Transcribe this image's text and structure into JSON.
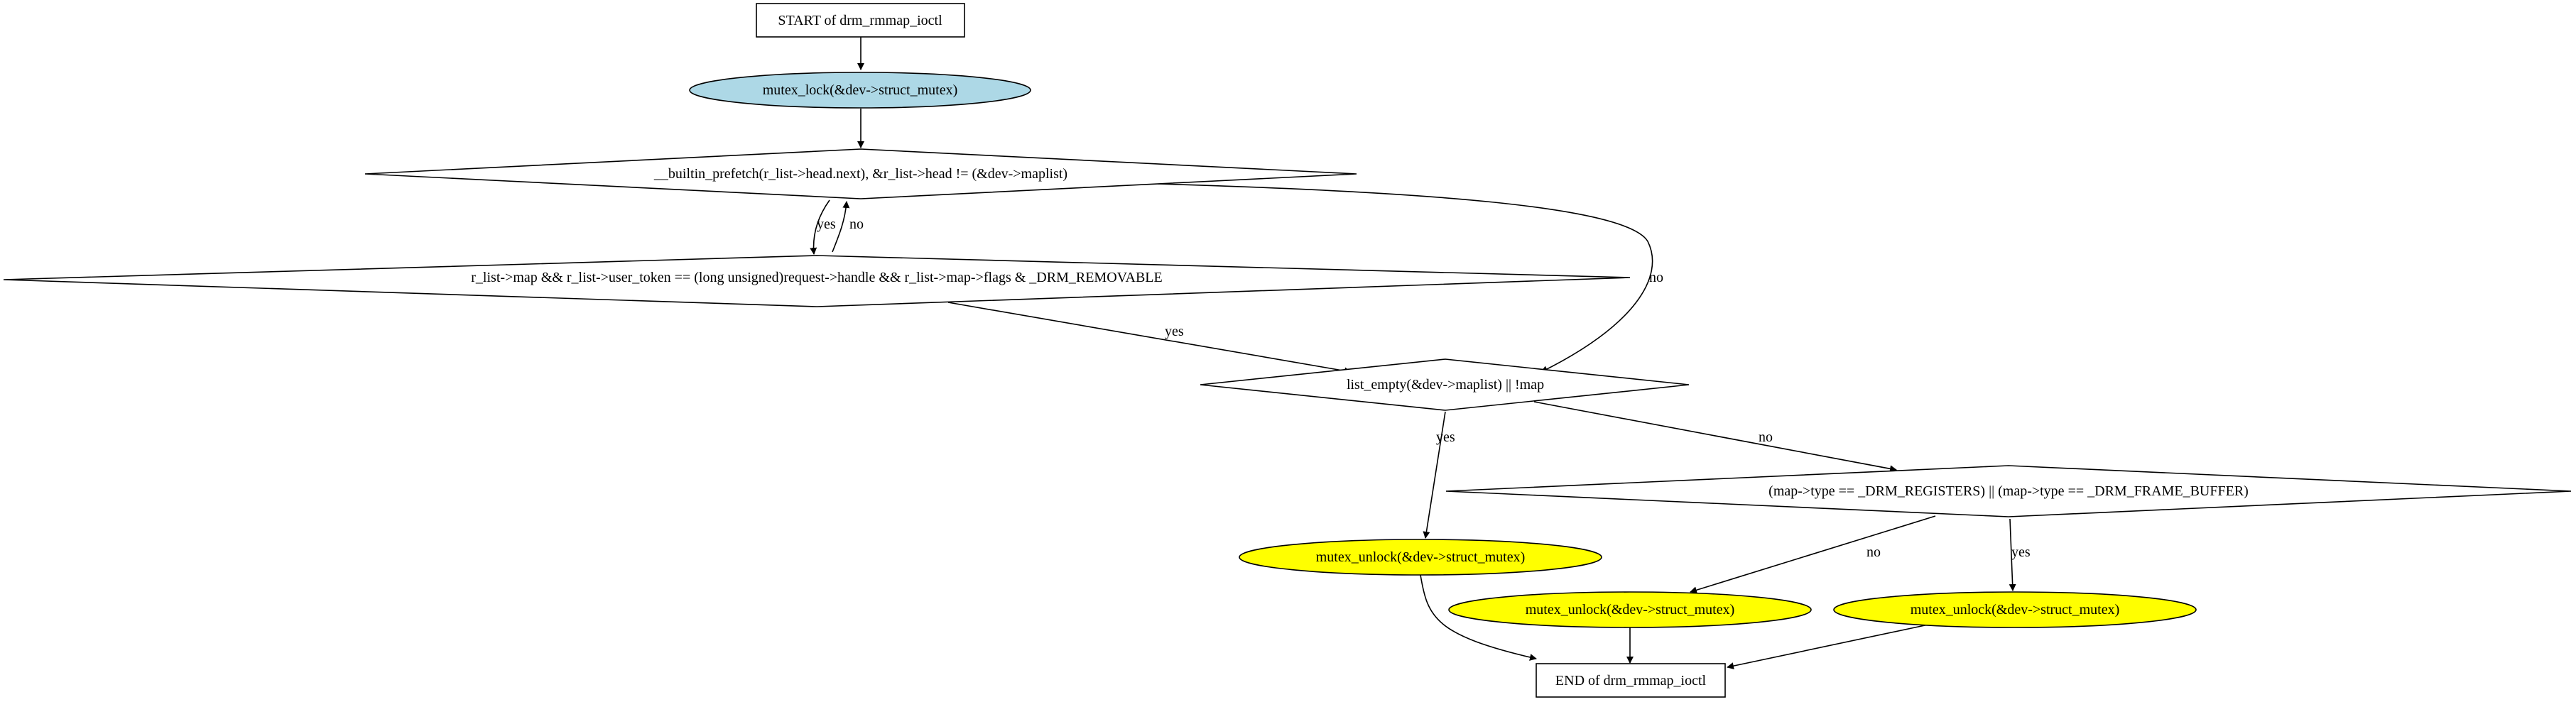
{
  "diagram": {
    "colors": {
      "lock_fill": "#add8e6",
      "unlock_fill": "#ffff00",
      "default_fill": "#ffffff",
      "stroke": "#000000"
    },
    "nodes": {
      "start": {
        "label": "START of drm_rmmap_ioctl"
      },
      "lock": {
        "label": "mutex_lock(&dev->struct_mutex)"
      },
      "prefetch": {
        "label": "__builtin_prefetch(r_list->head.next), &r_list->head != (&dev->maplist)"
      },
      "condition_removable": {
        "label": "r_list->map && r_list->user_token == (long unsigned)request->handle && r_list->map->flags & _DRM_REMOVABLE"
      },
      "condition_empty": {
        "label": "list_empty(&dev->maplist) || !map"
      },
      "condition_type": {
        "label": "(map->type == _DRM_REGISTERS) || (map->type == _DRM_FRAME_BUFFER)"
      },
      "unlock_1": {
        "label": "mutex_unlock(&dev->struct_mutex)"
      },
      "unlock_2": {
        "label": "mutex_unlock(&dev->struct_mutex)"
      },
      "unlock_3": {
        "label": "mutex_unlock(&dev->struct_mutex)"
      },
      "end": {
        "label": "END of drm_rmmap_ioctl"
      }
    },
    "edges": {
      "prefetch_yes": "yes",
      "removable_no": "no",
      "prefetch_no": "no",
      "removable_yes": "yes",
      "empty_yes": "yes",
      "empty_no": "no",
      "type_no": "no",
      "type_yes": "yes"
    }
  }
}
